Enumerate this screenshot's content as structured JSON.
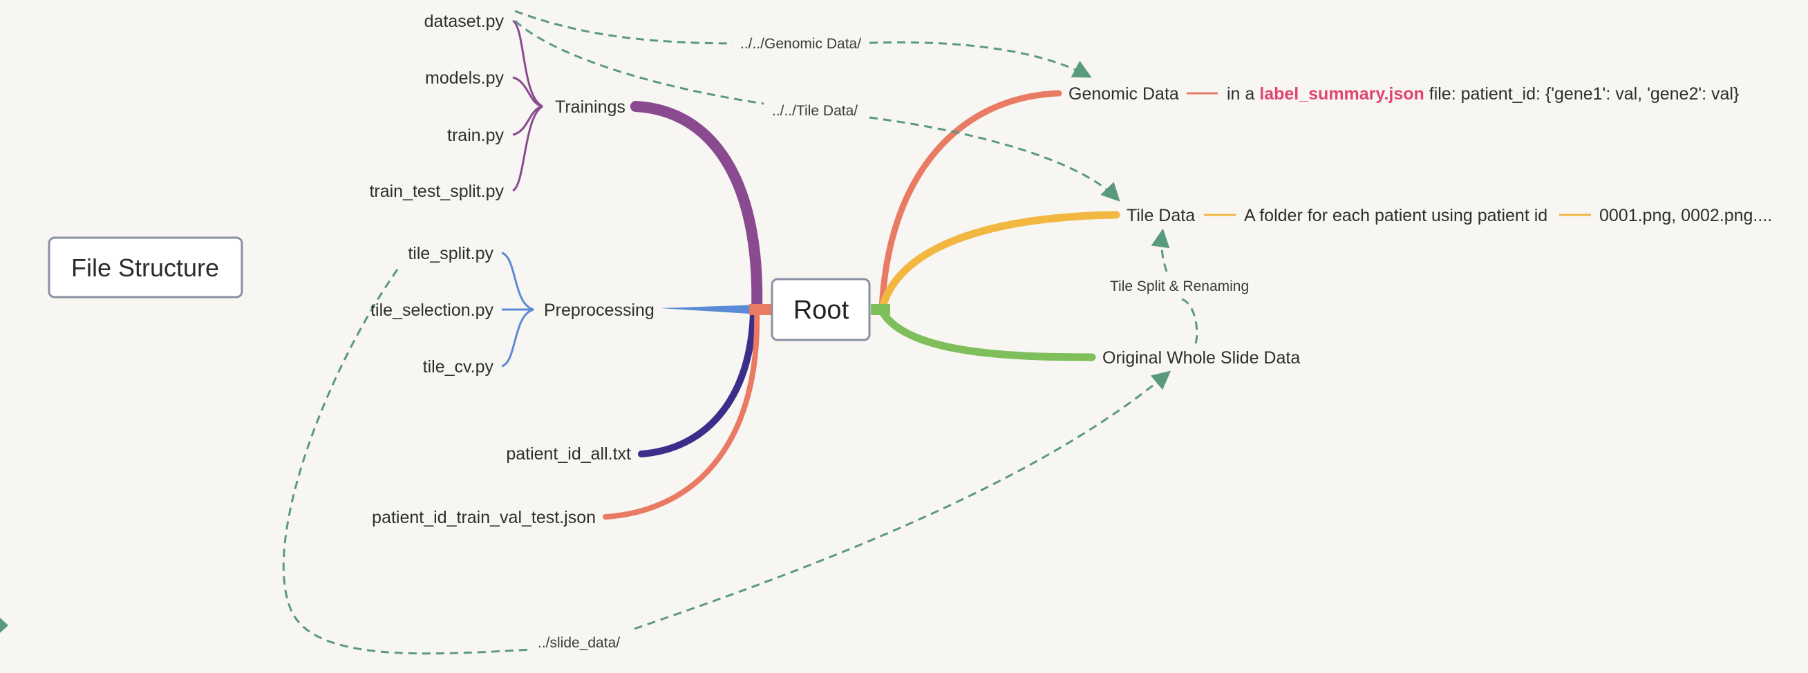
{
  "title_box": {
    "label": "File Structure"
  },
  "root": {
    "label": "Root"
  },
  "left": {
    "trainings": {
      "label": "Trainings",
      "files": [
        "dataset.py",
        "models.py",
        "train.py",
        "train_test_split.py"
      ]
    },
    "preprocessing": {
      "label": "Preprocessing",
      "files": [
        "tile_split.py",
        "tile_selection.py",
        "tile_cv.py"
      ]
    },
    "patient_id_all": "patient_id_all.txt",
    "patient_id_split": "patient_id_train_val_test.json"
  },
  "right": {
    "genomic": {
      "label": "Genomic Data",
      "detail_prefix": "in a ",
      "detail_highlight": "label_summary.json",
      "detail_suffix": " file: patient_id: {'gene1': val, 'gene2': val}"
    },
    "tile": {
      "label": "Tile Data",
      "detail": "A folder for each patient using patient id",
      "files": "0001.png, 0002.png...."
    },
    "original": {
      "label": "Original Whole Slide Data"
    }
  },
  "relations": {
    "genomic_path": "../../Genomic Data/",
    "tile_path": "../../Tile Data/",
    "slide_path": "../slide_data/",
    "tile_split": "Tile Split & Renaming"
  },
  "colors": {
    "purple": "#8a4a8f",
    "blue": "#5b8ad6",
    "navy": "#3b2d8a",
    "salmon": "#e97a64",
    "orange": "#f2b740",
    "green": "#7ebf5b",
    "dashed": "#5a9a7c",
    "highlight": "#e0456f"
  }
}
